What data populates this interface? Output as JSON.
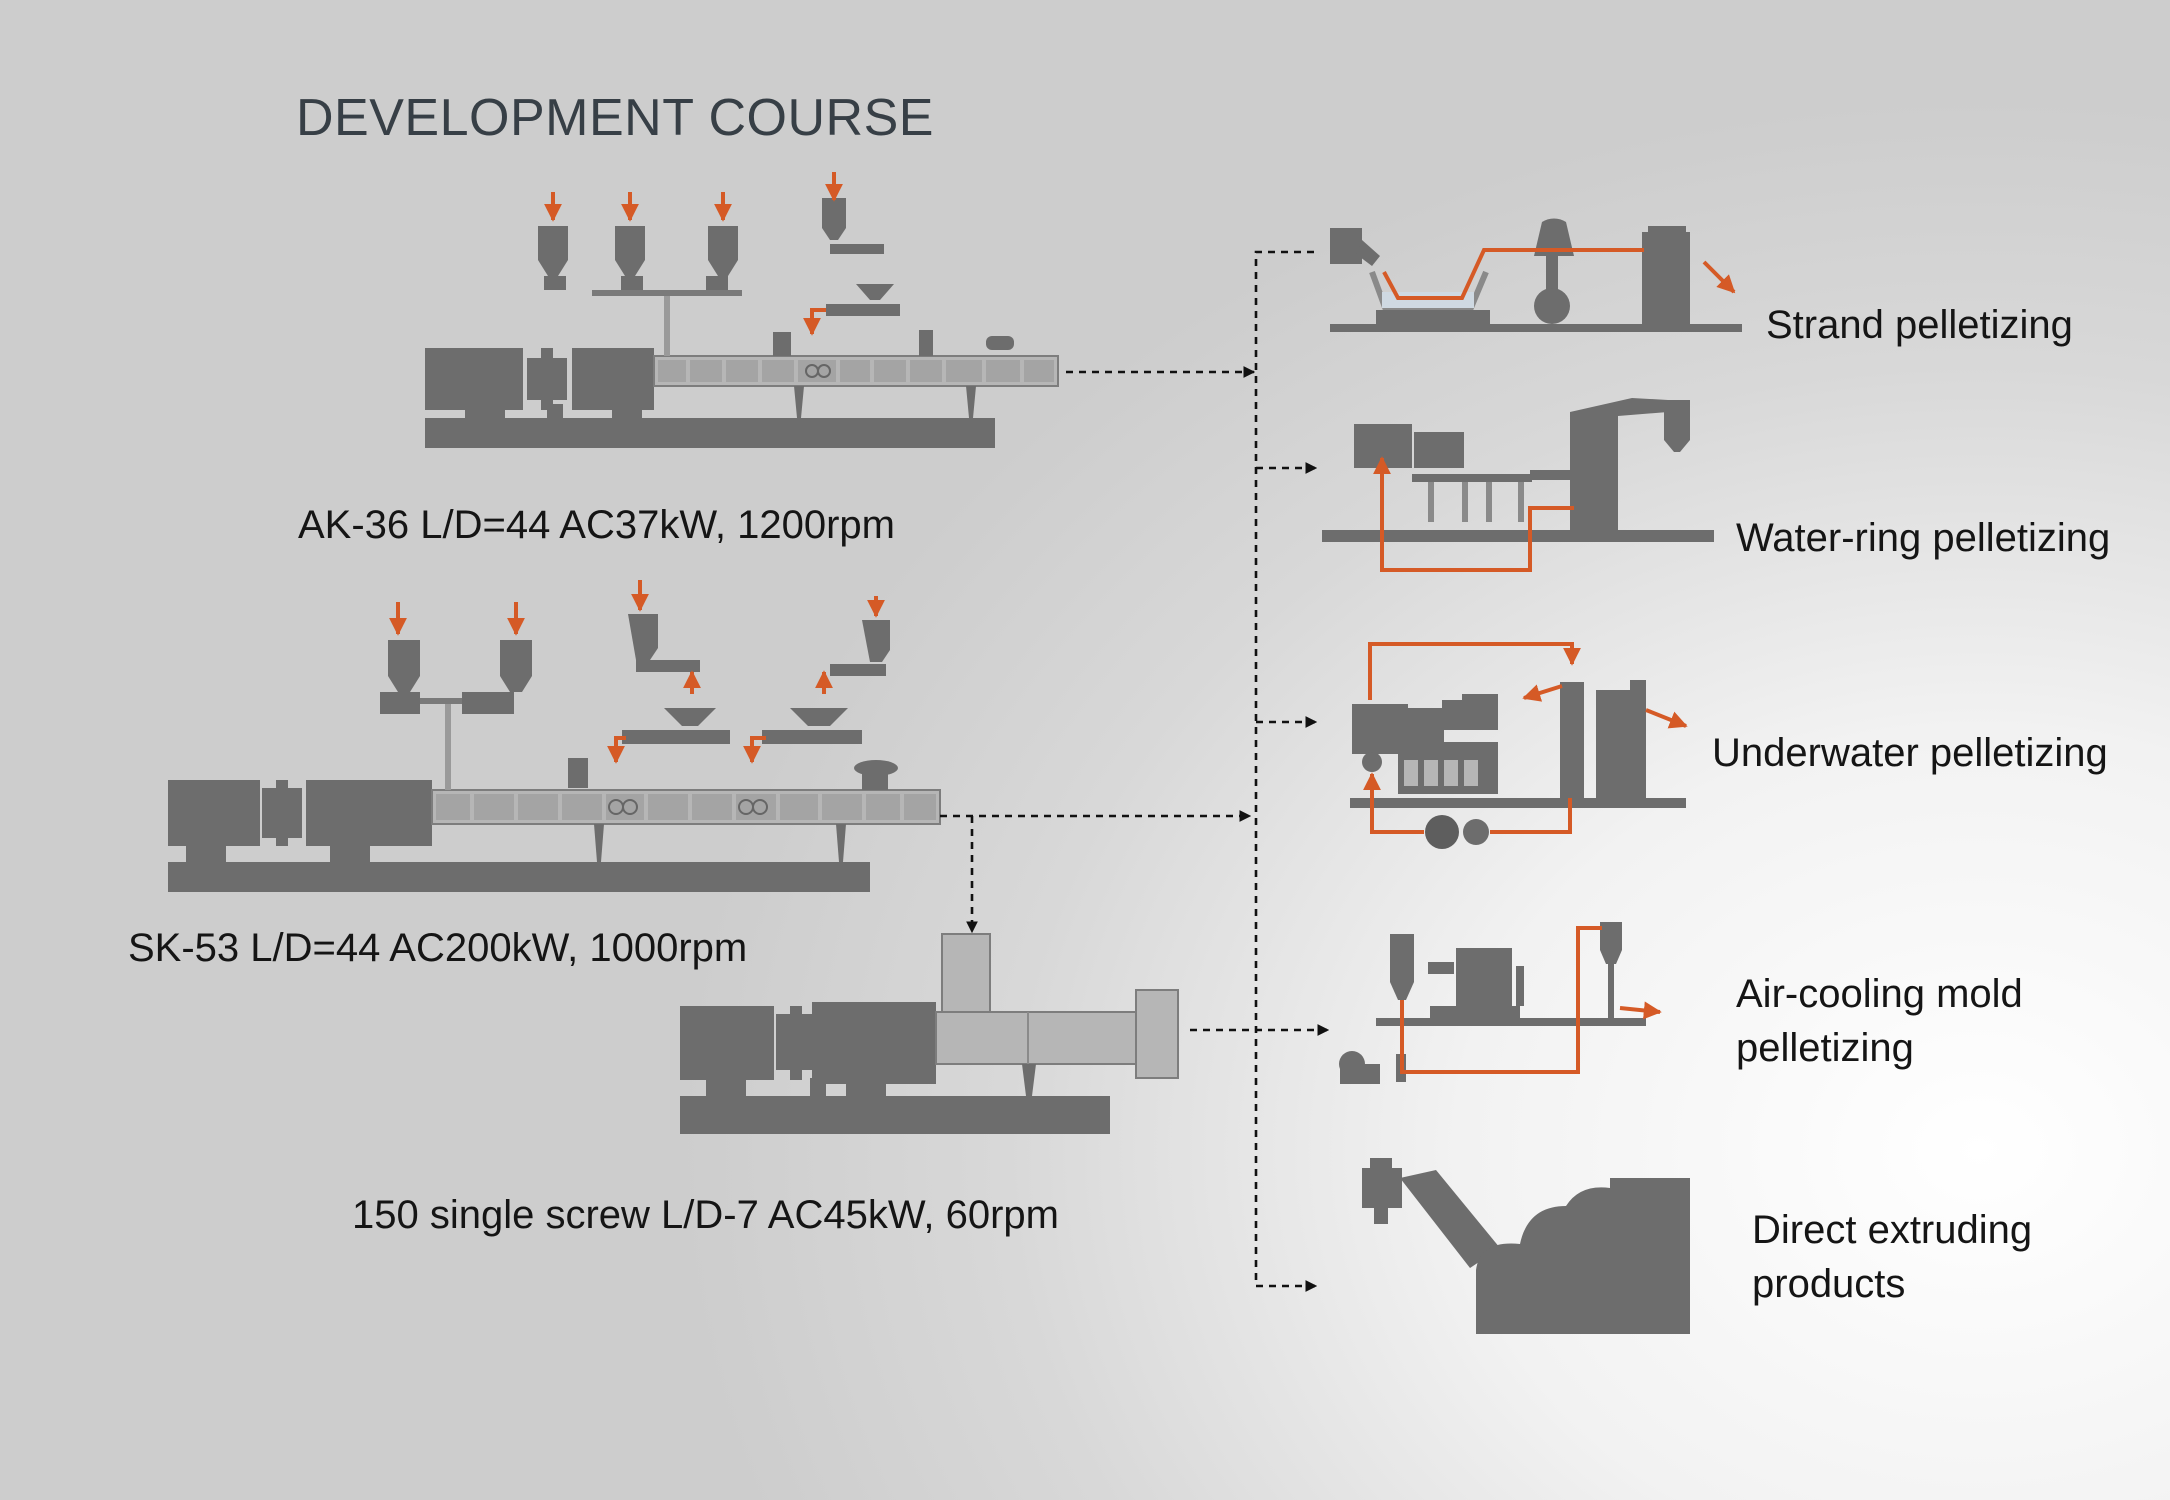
{
  "title": "DEVELOPMENT COURSE",
  "extruders": [
    {
      "spec": "AK-36  L/D=44  AC37kW, 1200rpm"
    },
    {
      "spec": "SK-53  L/D=44  AC200kW, 1000rpm"
    },
    {
      "spec": "150 single screw L/D-7  AC45kW, 60rpm"
    }
  ],
  "processes": [
    {
      "label": "Strand pelletizing"
    },
    {
      "label": "Water-ring pelletizing"
    },
    {
      "label": "Underwater pelletizing"
    },
    {
      "label": "Air-cooling mold\npelletizing"
    },
    {
      "label": "Direct extruding\nproducts"
    }
  ],
  "colors": {
    "machine": "#6d6d6d",
    "barrel": "#b6b6b6",
    "flow": "#d55a26",
    "arrow": "#111111"
  }
}
